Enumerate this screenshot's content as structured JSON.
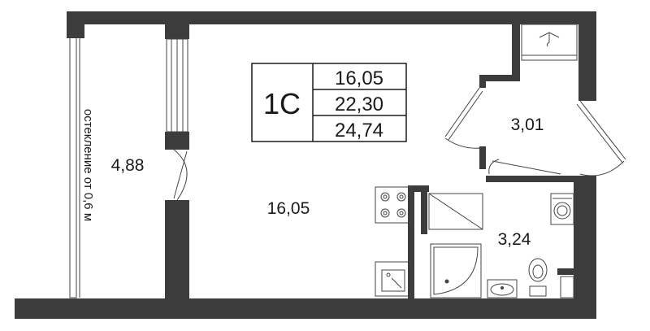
{
  "unit_type": "1С",
  "area_table": [
    "16,05",
    "22,30",
    "24,74"
  ],
  "rooms": {
    "balcony_area": "4,88",
    "balcony_note": "остекление от 0,6 м",
    "living_area": "16,05",
    "hall_area": "3,01",
    "bathroom_area": "3,24"
  },
  "colors": {
    "wall": "#3c3c3c",
    "line": "#444444",
    "background": "#ffffff"
  },
  "icons": [
    "stove-icon",
    "sink-icon",
    "washing-machine-icon",
    "shower-icon",
    "toilet-icon",
    "washbasin-icon",
    "hanger-icon"
  ]
}
